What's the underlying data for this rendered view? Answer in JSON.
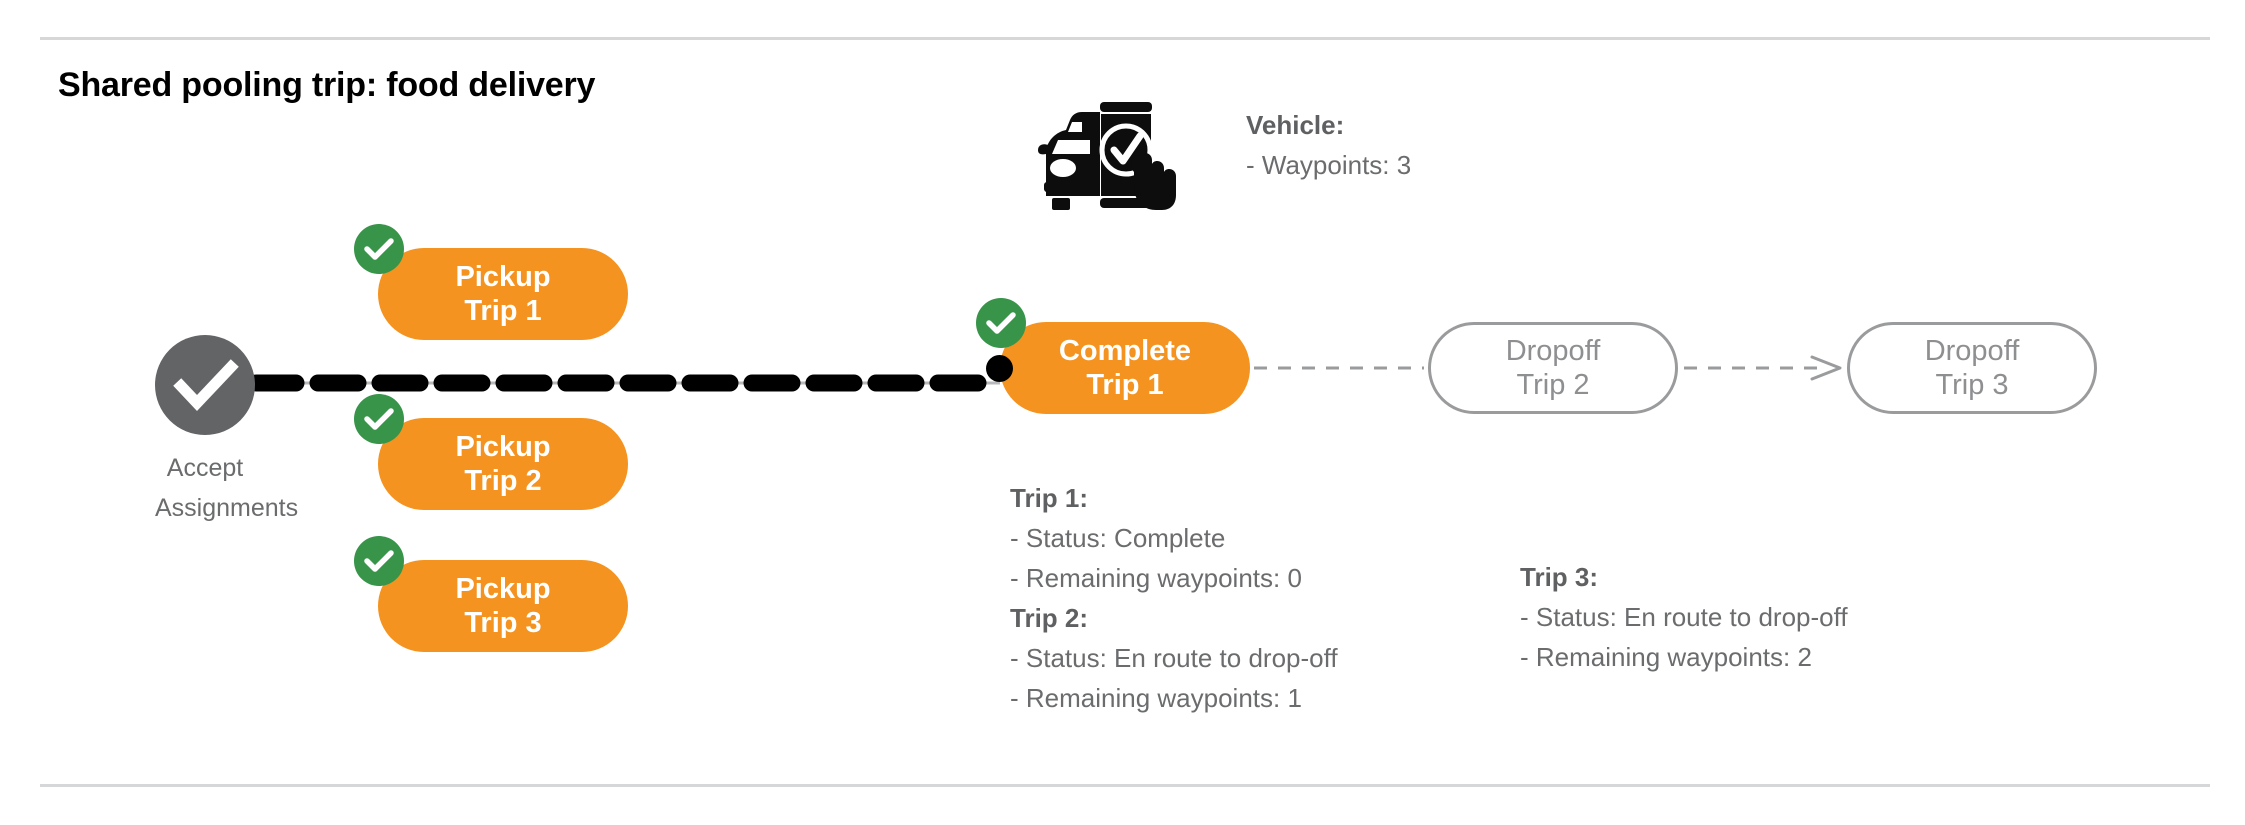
{
  "page": {
    "title": "Shared pooling trip: food delivery"
  },
  "colors": {
    "pill_fill": "#F49320",
    "pill_text": "#FFFFFF",
    "check_badge": "#379449",
    "accept_circle": "#636466",
    "outline_stroke": "#9A9B9D",
    "outline_text": "#8E8F91",
    "annotation_text": "#6B6C6E",
    "divider": "#D6D7D9",
    "terminal_dot": "#000000",
    "solid_connector": "#000000",
    "dashed_connector": "#9A9B9D"
  },
  "start_node": {
    "label_line1": "Accept",
    "label_line2": "Assignments",
    "icon": "check-circle-icon",
    "state": "complete"
  },
  "nodes": [
    {
      "id": "pickup-trip-1",
      "line1": "Pickup",
      "line2": "Trip 1",
      "style": "filled",
      "checked": true
    },
    {
      "id": "pickup-trip-2",
      "line1": "Pickup",
      "line2": "Trip 2",
      "style": "filled",
      "checked": true
    },
    {
      "id": "pickup-trip-3",
      "line1": "Pickup",
      "line2": "Trip 3",
      "style": "filled",
      "checked": true
    },
    {
      "id": "complete-trip-1",
      "line1": "Complete",
      "line2": "Trip 1",
      "style": "filled",
      "checked": true
    },
    {
      "id": "dropoff-trip-2",
      "line1": "Dropoff",
      "line2": "Trip 2",
      "style": "outline",
      "checked": false
    },
    {
      "id": "dropoff-trip-3",
      "line1": "Dropoff",
      "line2": "Trip 3",
      "style": "outline",
      "checked": false
    }
  ],
  "vehicle": {
    "icon": "car-phone-check-icon",
    "heading": "Vehicle:",
    "waypoints": "- Waypoints: 3"
  },
  "trips": [
    {
      "heading": "Trip 1:",
      "status": "- Status:  Complete",
      "remaining": "- Remaining waypoints: 0"
    },
    {
      "heading": "Trip 2:",
      "status": "- Status:  En route to drop-off",
      "remaining": "- Remaining waypoints: 1"
    },
    {
      "heading": "Trip 3:",
      "status": "- Status:  En route to drop-off",
      "remaining": "- Remaining waypoints: 2"
    }
  ]
}
